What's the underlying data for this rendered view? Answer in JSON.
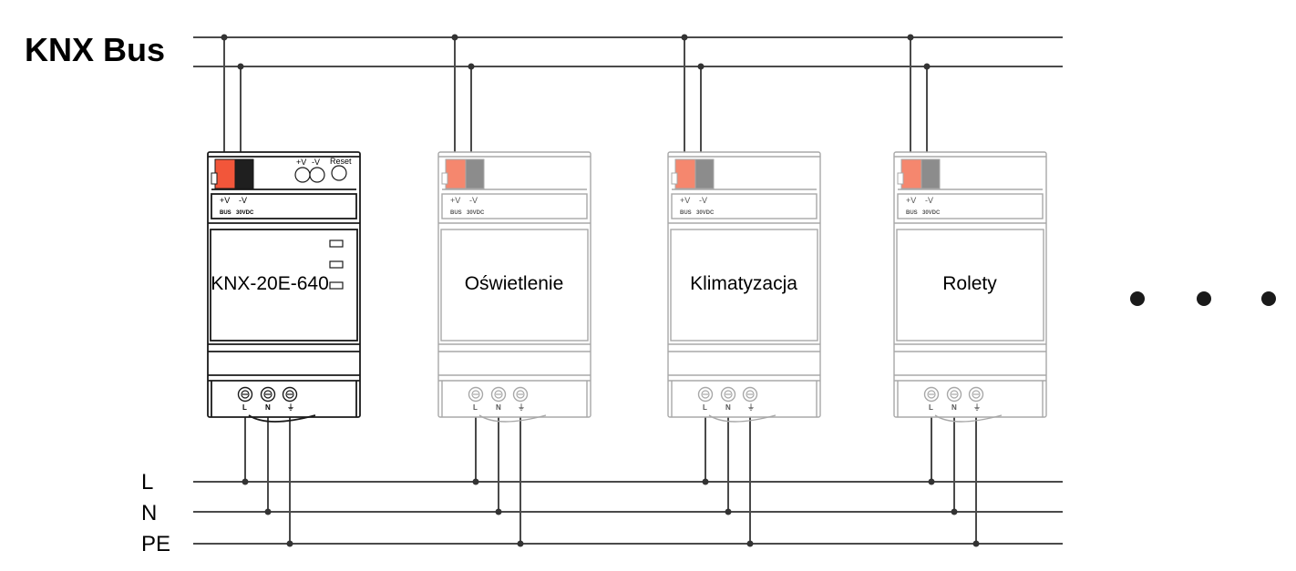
{
  "title": "KNX Bus",
  "rails": [
    "L",
    "N",
    "PE"
  ],
  "colors": {
    "bus_red": "#f2563a",
    "bus_red_faded": "#f5876e",
    "line": "#4a4a4a"
  },
  "bus_labels": {
    "plus": "+V",
    "minus": "-V",
    "bus": "BUS",
    "vdc": "30VDC"
  },
  "psu_labels": {
    "plus": "+V",
    "minus": "-V",
    "reset": "Reset"
  },
  "terminal_labels": [
    "L",
    "N",
    "⏚"
  ],
  "modules": [
    {
      "name": "KNX-20E-640",
      "type": "power-supply"
    },
    {
      "name": "Oświetlenie",
      "type": "actuator"
    },
    {
      "name": "Klimatyzacja",
      "type": "actuator"
    },
    {
      "name": "Rolety",
      "type": "actuator"
    }
  ],
  "more_indicator": "more-modules"
}
